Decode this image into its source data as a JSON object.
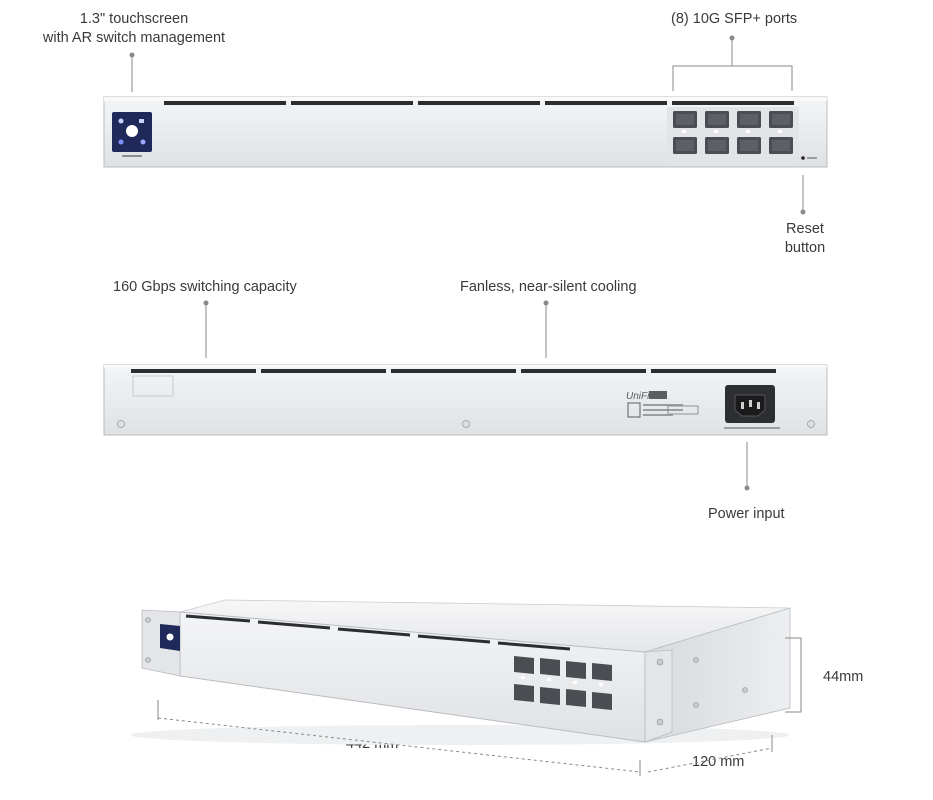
{
  "labels": {
    "touchscreen_line1": "1.3\" touchscreen",
    "touchscreen_line2": "with AR switch management",
    "sfp_ports": "(8) 10G SFP+ ports",
    "reset_line1": "Reset",
    "reset_line2": "button",
    "switching_capacity": "160 Gbps switching capacity",
    "cooling": "Fanless, near-silent cooling",
    "power_input": "Power input",
    "height_dim": "44mm",
    "width_dim": "442 mm",
    "depth_dim": "120 mm"
  },
  "colors": {
    "chassis": "#e9eaec",
    "chassis_edge": "#b9bcc0",
    "port": "#4a4d52",
    "screen": "#1f2a5a",
    "callout_line": "#8a8a8a"
  },
  "icons": [
    "touchscreen-panel-icon",
    "sfp-port-icon",
    "power-socket-icon",
    "unifi-logo-icon"
  ]
}
